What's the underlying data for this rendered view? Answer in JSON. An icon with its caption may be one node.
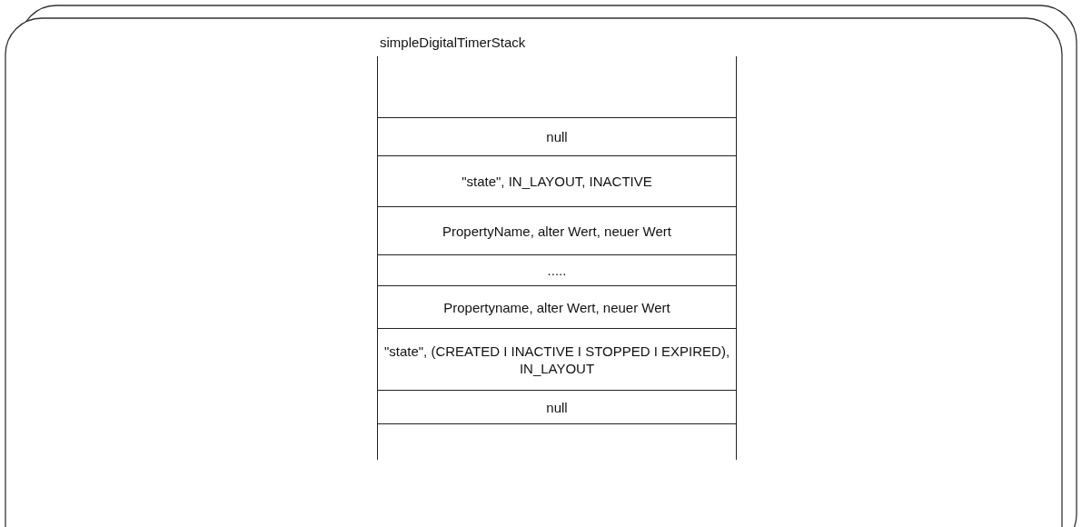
{
  "diagram": {
    "nodes": [
      {
        "text": [
          "simpleDigitalTimerStack"
        ]
      },
      {
        "text": [
          "null"
        ],
        "in": 0
      },
      {
        "text": [
          "\"state\", IN_LAYOUT, INACTIVE"
        ],
        "in": 0
      },
      {
        "text": [
          "PropertyName, alter Wert, neuer Wert"
        ],
        "in": 0
      },
      {
        "text": [
          "....."
        ],
        "in": 0
      },
      {
        "text": [
          "Propertyname, alter Wert, neuer Wert"
        ],
        "in": 0
      },
      {
        "text": [
          "\"state\", (CREATED I INACTIVE I STOPPED I EXPIRED), IN_LAYOUT"
        ],
        "in": 0
      },
      {
        "text": [
          "null"
        ],
        "in": 0
      }
    ]
  }
}
